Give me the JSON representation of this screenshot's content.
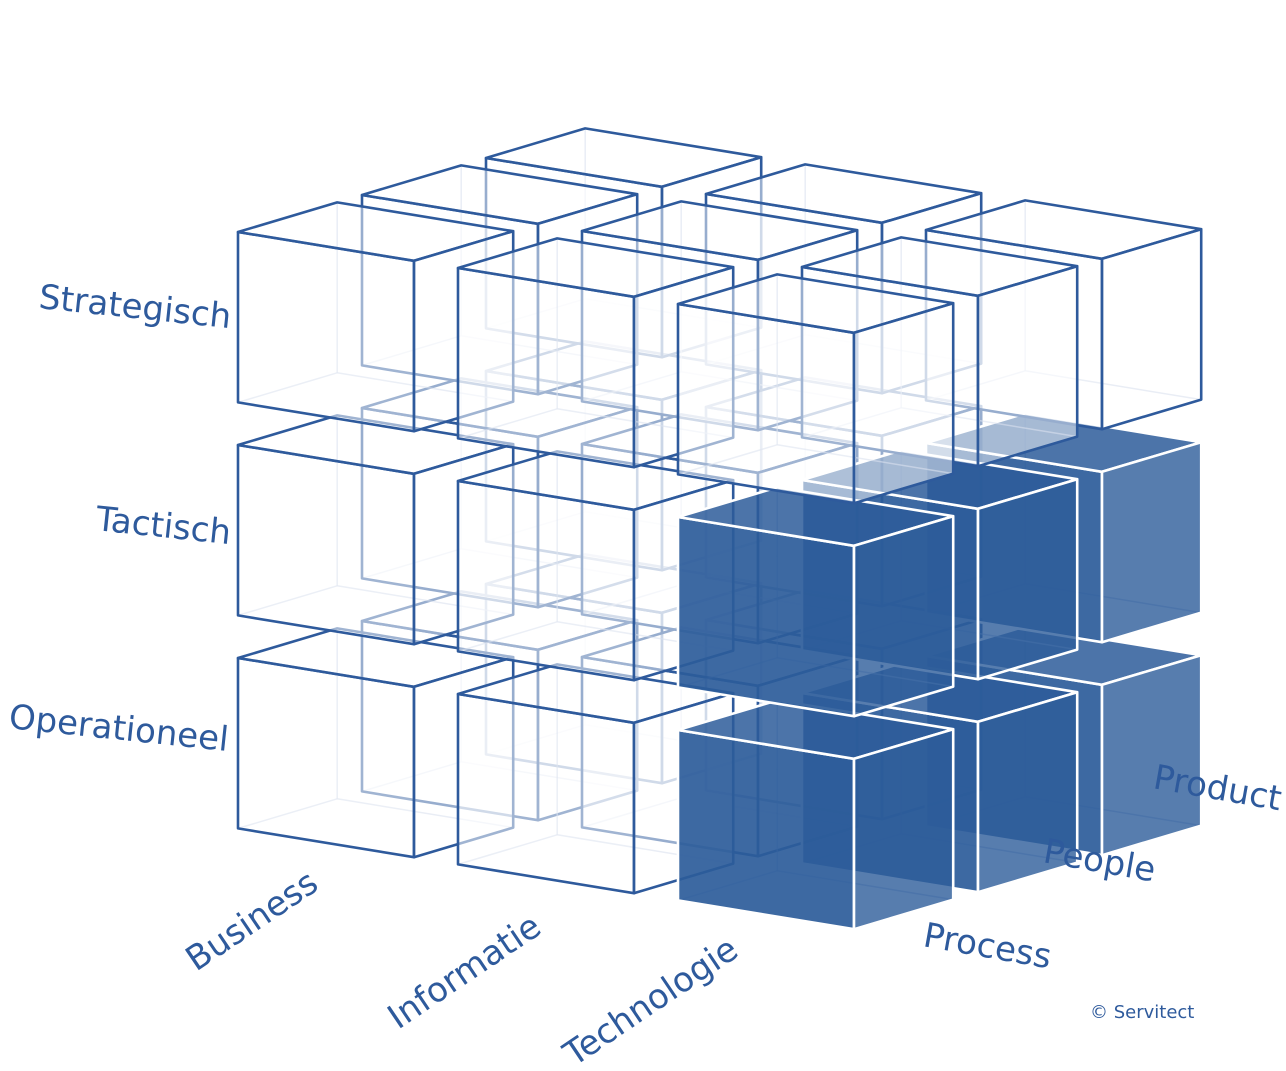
{
  "diagram": {
    "rows": {
      "top": "Strategisch",
      "middle": "Tactisch",
      "bottom": "Operationeel"
    },
    "columns": {
      "left": "Business",
      "center": "Informatie",
      "right": "Technologie"
    },
    "depth": {
      "front": "Process",
      "middle": "People",
      "back": "Product"
    },
    "copyright": "© Servitect",
    "highlighted": {
      "column": "Technologie",
      "rows": [
        "Tactisch",
        "Operationeel"
      ]
    },
    "colors": {
      "outline": "#2e5a9c",
      "highlight_fill": "#2d5c9a",
      "label": "#2e5a9c"
    }
  }
}
